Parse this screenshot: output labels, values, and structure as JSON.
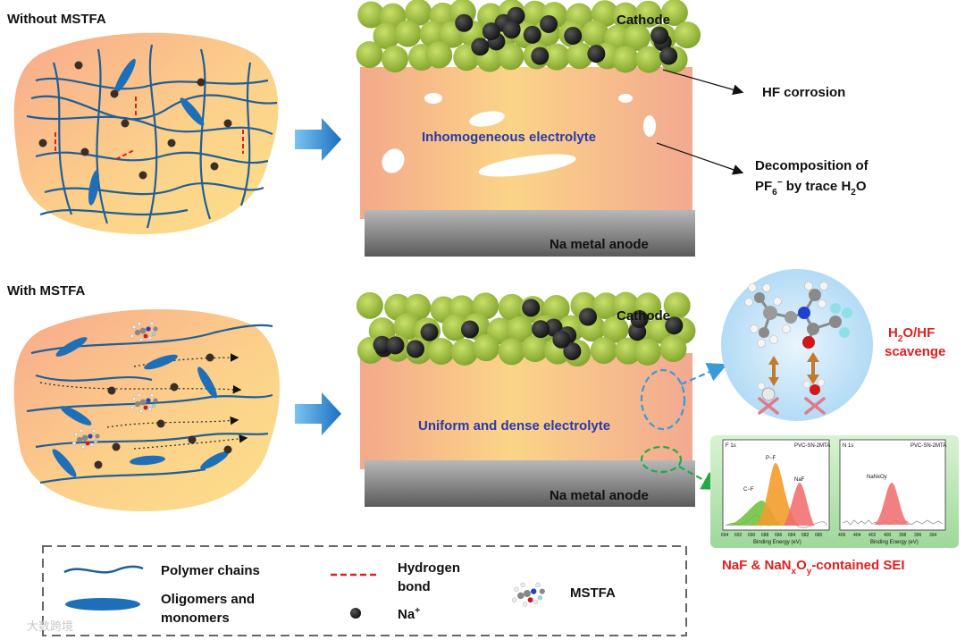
{
  "top": {
    "title": "Without MSTFA",
    "cathode_label": "Cathode",
    "electrolyte_label": "Inhomogeneous electrolyte",
    "anode_label": "Na metal anode",
    "annotation_hf": "HF corrosion",
    "annotation_decomp_line1": "Decomposition of",
    "annotation_decomp_pf": "PF",
    "annotation_decomp_sub6": "6",
    "annotation_decomp_sup": "−",
    "annotation_decomp_mid": " by trace H",
    "annotation_decomp_sub2": "2",
    "annotation_decomp_end": "O"
  },
  "bottom": {
    "title": "With MSTFA",
    "cathode_label": "Cathode",
    "electrolyte_label": "Uniform and dense electrolyte",
    "anode_label": "Na metal anode",
    "scavenge_h": "H",
    "scavenge_sub2": "2",
    "scavenge_rest": "O/HF",
    "scavenge_line2": "scavenge",
    "sei_pre": "NaF & NaN",
    "sei_subx": "x",
    "sei_o": "O",
    "sei_suby": "y",
    "sei_post": "-contained SEI"
  },
  "xps": {
    "left": {
      "corner": "F 1s",
      "sample": "PVC-SN-2MTA",
      "peaks": [
        "P−F",
        "C−F",
        "NaF"
      ],
      "xlabel": "Binding Energy (eV)",
      "ticks": [
        "694",
        "692",
        "690",
        "688",
        "686",
        "684",
        "682",
        "680"
      ]
    },
    "right": {
      "corner": "N 1s",
      "sample": "PVC-SN-2MTA",
      "peak": "NaNxOy",
      "xlabel": "Binding Energy (eV)",
      "ticks": [
        "406",
        "404",
        "402",
        "400",
        "398",
        "396",
        "394"
      ]
    }
  },
  "legend": {
    "polymer": "Polymer chains",
    "oligomers_line1": "Oligomers and",
    "oligomers_line2": "monomers",
    "hbond_line1": "Hydrogen",
    "hbond_line2": "bond",
    "na": "Na",
    "na_sup": "+",
    "mstfa": "MSTFA"
  },
  "watermark": "大数跨境",
  "colors": {
    "cathode_green": "#9ec23a",
    "na_black": "#222222",
    "chain_blue": "#1f5f96",
    "arrow_blue": "#2f8fd8",
    "accent_red": "#e02020",
    "label_blue": "#2a3aa8"
  }
}
